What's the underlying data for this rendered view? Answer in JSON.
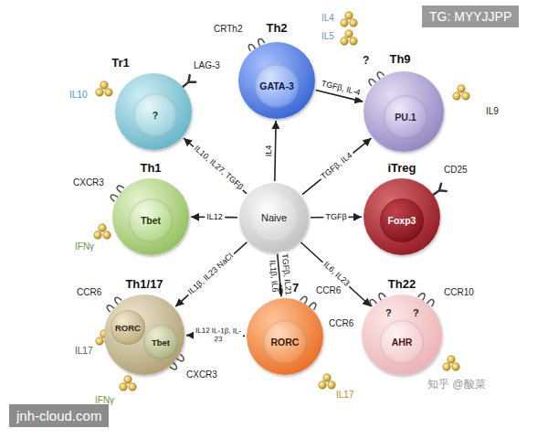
{
  "diagram": {
    "nodes": [
      {
        "text": [
          "Th2"
        ]
      },
      {
        "text": [
          "GATA-3"
        ],
        "in": 0
      },
      {
        "text": [
          "Tr1"
        ]
      },
      {
        "text": [
          "?"
        ],
        "in": 2
      },
      {
        "text": [
          "Th9"
        ]
      },
      {
        "text": [
          "PU.1"
        ],
        "in": 4
      },
      {
        "text": [
          "Th1"
        ]
      },
      {
        "text": [
          "Tbet"
        ],
        "in": 6
      },
      {
        "text": [
          "Naive"
        ]
      },
      {
        "text": [
          "iTreg"
        ]
      },
      {
        "text": [
          "Foxp3"
        ],
        "in": 9
      },
      {
        "text": [
          "Th1/17"
        ]
      },
      {
        "text": [
          "RORC"
        ],
        "in": 11
      },
      {
        "text": [
          "Tbet"
        ],
        "in": 11
      },
      {
        "text": [
          "Th17"
        ]
      },
      {
        "text": [
          "RORC"
        ],
        "in": 14
      },
      {
        "text": [
          "Th22"
        ]
      },
      {
        "text": [
          "AHR"
        ],
        "in": 16
      }
    ],
    "edges": [
      {
        "from": 8,
        "to": 0,
        "arrow": "to",
        "label": "IL4"
      },
      {
        "from": 8,
        "to": 2,
        "arrow": "to",
        "label": "IL10, IL27, TGFβ"
      },
      {
        "from": 0,
        "to": 4,
        "arrow": "to",
        "label": "TGFβ, IL-4"
      },
      {
        "from": 8,
        "to": 4,
        "arrow": "to",
        "label": "TGFβ, IL4"
      },
      {
        "from": 8,
        "to": 6,
        "arrow": "to",
        "label": "IL12"
      },
      {
        "from": 8,
        "to": 9,
        "arrow": "to",
        "label": "TGFβ"
      },
      {
        "from": 8,
        "to": 11,
        "arrow": "to",
        "label": "IL1β, IL23 NaCl"
      },
      {
        "from": 8,
        "to": 14,
        "arrow": "to",
        "label": "TGFβ, IL21"
      },
      {
        "from": 8,
        "to": 16,
        "arrow": "to",
        "label": "IL6, IL23"
      },
      {
        "from": 14,
        "to": 11,
        "arrow": "to",
        "label": "IL12 IL-1β, IL-23"
      }
    ],
    "labels": [
      "TG: MYYJJPP",
      "LAG-3",
      "IL10",
      "CRTh2",
      "IL4",
      "IL5",
      "?",
      "IL9",
      "CXCR3",
      "IFNγ",
      "CD25",
      "IL1β, IL6",
      "CCR6",
      "IL17",
      "CXCR3",
      "IFNγ",
      "CCR6",
      "IL17",
      "CCR6",
      "?",
      "?",
      "CCR10",
      "知乎 @酸菜",
      "jnh-cloud.com"
    ]
  }
}
